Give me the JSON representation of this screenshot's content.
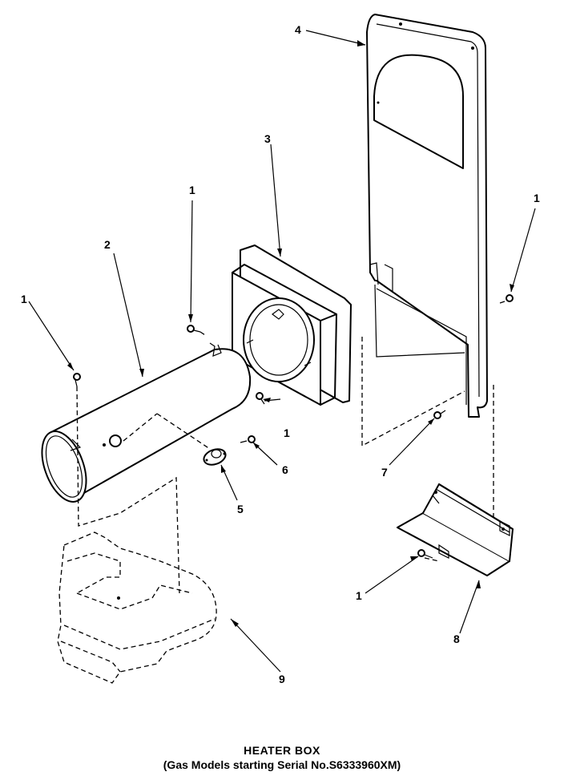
{
  "diagram": {
    "callouts": {
      "c1_left": "1",
      "c1_top": "1",
      "c1_mid": "1",
      "c1_right": "1",
      "c1_bottom": "1",
      "c2": "2",
      "c3": "3",
      "c4": "4",
      "c5": "5",
      "c6": "6",
      "c7": "7",
      "c8": "8",
      "c9": "9"
    }
  },
  "caption": {
    "title": "HEATER BOX",
    "subtitle": "(Gas Models starting Serial No.S6333960XM)"
  }
}
